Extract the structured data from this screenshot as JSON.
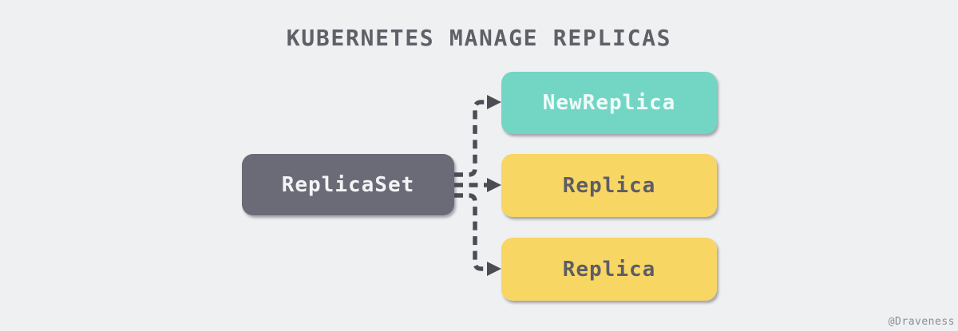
{
  "title": "KUBERNETES MANAGE REPLICAS",
  "watermark": "@Draveness",
  "diagram": {
    "source": {
      "label": "ReplicaSet"
    },
    "targets": [
      {
        "label": "NewReplica",
        "type": "new"
      },
      {
        "label": "Replica",
        "type": "existing"
      },
      {
        "label": "Replica",
        "type": "existing"
      }
    ],
    "connections": [
      {
        "from": "ReplicaSet",
        "to": "NewReplica",
        "style": "dashed-arrow"
      },
      {
        "from": "ReplicaSet",
        "to": "Replica",
        "style": "dashed-arrow"
      },
      {
        "from": "ReplicaSet",
        "to": "Replica",
        "style": "dashed-arrow"
      }
    ]
  },
  "colors": {
    "background": "#eff0f2",
    "title_text": "#5f6068",
    "replicaset_fill": "#6b6b77",
    "replicaset_text": "#f4f4f7",
    "new_replica_fill": "#73d6c5",
    "new_replica_text": "#effbf8",
    "replica_fill": "#f8d664",
    "replica_text": "#5d5d66",
    "arrow": "#4c4c55",
    "watermark_text": "#878e99"
  }
}
